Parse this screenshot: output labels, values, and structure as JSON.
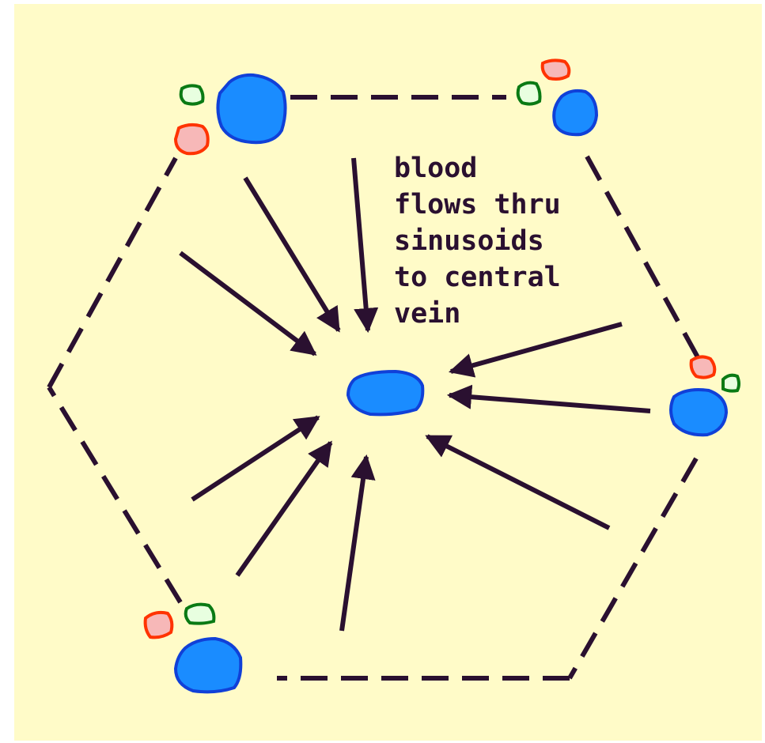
{
  "caption": {
    "lines": [
      "blood",
      "flows thru",
      "sinusoids",
      "to central",
      "vein"
    ]
  },
  "colors": {
    "background": "#FFFBC8",
    "lobule_outline": "#2a1030",
    "arrow": "#2a1030",
    "vein_fill": "#1a8cff",
    "vein_stroke": "#1040d8",
    "artery_fill": "#f7b8b8",
    "artery_stroke": "#ff3300",
    "bile_duct_fill": "#e8ffe0",
    "bile_duct_stroke": "#0a7a14"
  },
  "icons": {
    "central_vein": "blue-blob",
    "portal_vein": "blue-blob",
    "hepatic_artery": "red-outlined-pink-blob",
    "bile_duct": "green-outlined-blob",
    "flow_arrow": "filled-triangle-arrowhead"
  }
}
